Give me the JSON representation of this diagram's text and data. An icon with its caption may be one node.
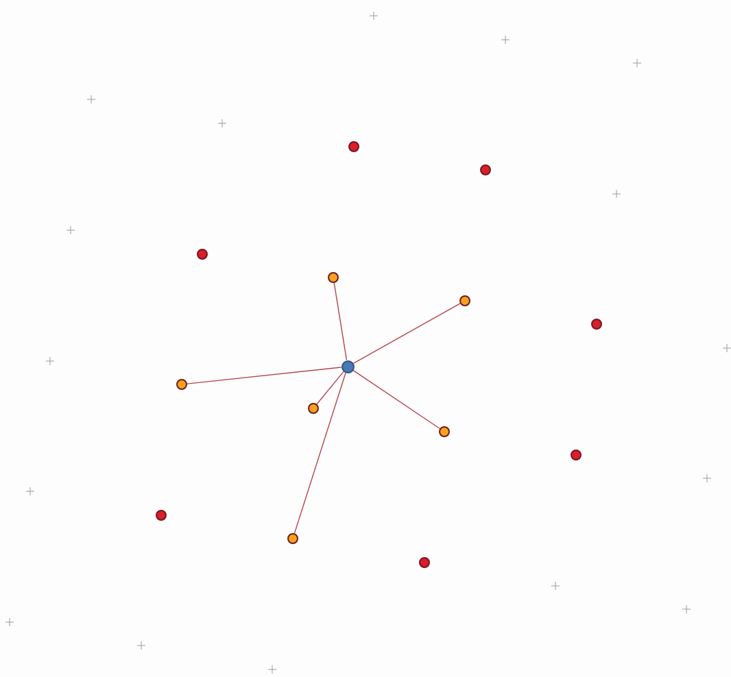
{
  "diagram": {
    "nodes": [
      {
        "text": [],
        "shape": "circle"
      },
      {
        "text": [],
        "shape": "circle"
      },
      {
        "text": [],
        "shape": "circle"
      },
      {
        "text": [],
        "shape": "circle"
      },
      {
        "text": [],
        "shape": "circle"
      },
      {
        "text": [],
        "shape": "circle"
      },
      {
        "text": [],
        "shape": "circle"
      },
      {
        "text": [],
        "shape": "circle"
      },
      {
        "text": [],
        "shape": "circle"
      },
      {
        "text": [],
        "shape": "circle"
      },
      {
        "text": [],
        "shape": "circle"
      },
      {
        "text": [],
        "shape": "circle"
      },
      {
        "text": [],
        "shape": "circle"
      },
      {
        "text": [],
        "shape": "circle"
      }
    ],
    "edges": [
      {
        "from": 6,
        "to": 3,
        "arrow": "none"
      },
      {
        "from": 6,
        "to": 4,
        "arrow": "none"
      },
      {
        "from": 6,
        "to": 7,
        "arrow": "none"
      },
      {
        "from": 6,
        "to": 8,
        "arrow": "none"
      },
      {
        "from": 6,
        "to": 9,
        "arrow": "none"
      },
      {
        "from": 6,
        "to": 12,
        "arrow": "none"
      }
    ]
  }
}
